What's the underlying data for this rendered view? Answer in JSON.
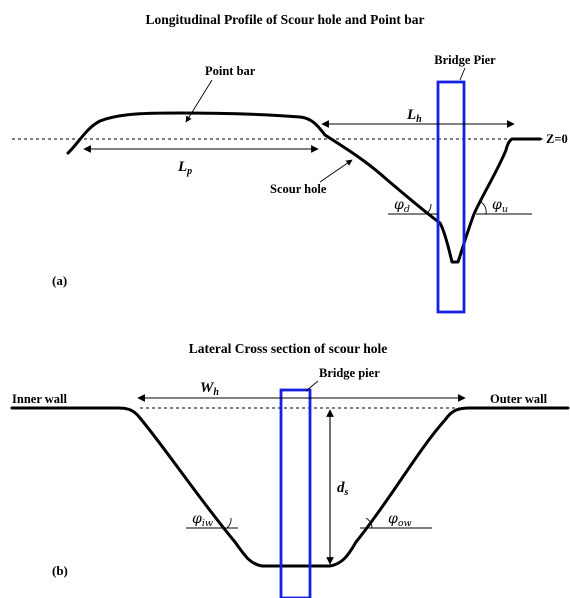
{
  "panel_a": {
    "title": "Longitudinal Profile of Scour hole and Point bar",
    "label": "(a)",
    "point_bar_label": "Point bar",
    "bridge_pier_label": "Bridge Pier",
    "scour_hole_label": "Scour hole",
    "datum_label": "Z=0",
    "lp": {
      "symbol": "L",
      "sub": "p"
    },
    "lh": {
      "symbol": "L",
      "sub": "h"
    },
    "phi_d": {
      "symbol": "φ",
      "sub": "d"
    },
    "phi_u": {
      "symbol": "φ",
      "sub": "u"
    }
  },
  "panel_b": {
    "title": "Lateral Cross section of scour hole",
    "label": "(b)",
    "bridge_pier_label": "Bridge pier",
    "inner_wall_label": "Inner wall",
    "outer_wall_label": "Outer wall",
    "wh": {
      "symbol": "W",
      "sub": "h"
    },
    "ds": {
      "symbol": "d",
      "sub": "s"
    },
    "phi_iw": {
      "symbol": "φ",
      "sub": "iw"
    },
    "phi_ow": {
      "symbol": "φ",
      "sub": "ow"
    }
  },
  "colors": {
    "pier": "#1520e0",
    "line": "#000000"
  }
}
